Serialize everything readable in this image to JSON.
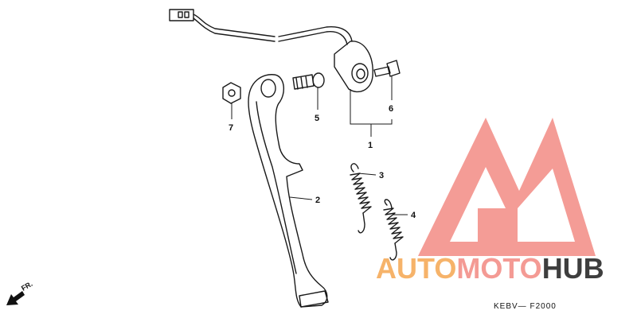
{
  "callouts": {
    "c1": "1",
    "c2": "2",
    "c3": "3",
    "c4": "4",
    "c5": "5",
    "c6": "6",
    "c7": "7"
  },
  "watermark": {
    "part1": "AUTO",
    "part2": "MOTO",
    "part3": "HUB",
    "colors": {
      "auto": "#F6B36A",
      "moto": "#F49A94",
      "hub": "#3E3E3E",
      "triangle": "#F07B73"
    }
  },
  "diagram_code": "KEBV— F2000",
  "direction_label": "FR.",
  "icons": [
    "front-direction-arrow-icon",
    "logo-triangle-icon"
  ]
}
